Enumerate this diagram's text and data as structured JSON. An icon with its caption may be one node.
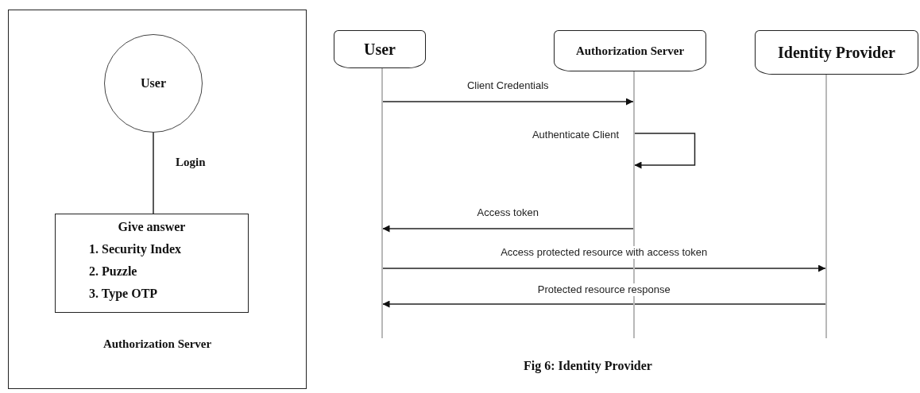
{
  "diagram": {
    "caption": "Fig 6: Identity Provider",
    "nodes": [
      {
        "text": [
          "Authorization Server"
        ]
      },
      {
        "text": [
          "User"
        ],
        "in": 0
      },
      {
        "text": [
          "Give answer",
          "1. Security Index",
          "2. Puzzle",
          "3. Type OTP"
        ],
        "in": 0
      },
      {
        "text": [
          "User"
        ]
      },
      {
        "text": [
          "Authorization Server"
        ]
      },
      {
        "text": [
          "Identity Provider"
        ]
      },
      {
        "text": [],
        "shape": "bar"
      },
      {
        "text": [],
        "shape": "bar"
      },
      {
        "text": [],
        "shape": "bar"
      }
    ],
    "edges": [
      {
        "from": 1,
        "to": 2,
        "arrow": "none",
        "label": "Login"
      },
      {
        "from": 6,
        "to": 7,
        "arrow": "to",
        "label": "Client Credentials"
      },
      {
        "from": 7,
        "to": 7,
        "arrow": "to",
        "label": "Authenticate Client"
      },
      {
        "from": 7,
        "to": 6,
        "arrow": "to",
        "label": "Access token"
      },
      {
        "from": 6,
        "to": 8,
        "arrow": "to",
        "label": "Access protected resource with access token"
      },
      {
        "from": 8,
        "to": 6,
        "arrow": "to",
        "label": "Protected resource response"
      }
    ]
  }
}
